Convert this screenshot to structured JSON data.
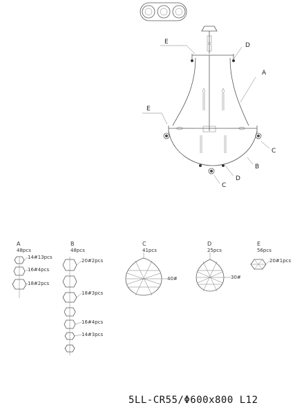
{
  "model_label": "5LL-CR55/Φ600x800 L12",
  "callouts": {
    "A": "A",
    "B": "B",
    "C1": "C",
    "C2": "C",
    "D1": "D",
    "D2": "D",
    "E1": "E",
    "E2": "E"
  },
  "parts": [
    {
      "id": "A",
      "count": "48pcs",
      "sizes": [
        "14#13pcs",
        "16#4pcs",
        "18#2pcs"
      ]
    },
    {
      "id": "B",
      "count": "48pcs",
      "sizes": [
        "20#2pcs",
        "18#3pcs",
        "16#4pcs",
        "14#3pcs"
      ]
    },
    {
      "id": "C",
      "count": "41pcs",
      "sizes": [
        "40#"
      ]
    },
    {
      "id": "D",
      "count": "25pcs",
      "sizes": [
        "30#"
      ]
    },
    {
      "id": "E",
      "count": "56pcs",
      "sizes": [
        "20#1pcs"
      ]
    }
  ],
  "colors": {
    "line": "#555555",
    "text": "#222222",
    "bg": "#ffffff"
  }
}
